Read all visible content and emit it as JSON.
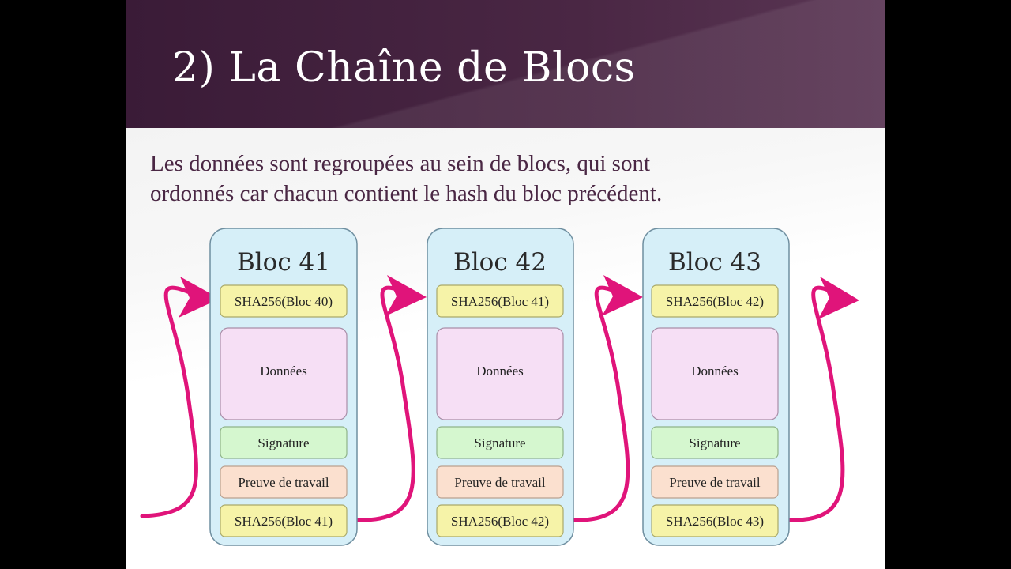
{
  "slide": {
    "title": "2) La Chaîne de Blocs",
    "subtitle_lines": [
      "Les données sont regroupées au sein de blocs, qui sont",
      "ordonnés car chacun contient le hash du bloc précédent."
    ]
  },
  "colors": {
    "header": "#3a1b37",
    "block_fill": "#d6eff8",
    "hash_fill": "#f6f3a8",
    "data_fill": "#f6dff5",
    "signature_fill": "#d5f7cf",
    "proof_fill": "#fbe0cf",
    "arrow": "#e0147a"
  },
  "blocks": [
    {
      "title": "Bloc 41",
      "prev_hash": "SHA256(Bloc 40)",
      "data": "Données",
      "signature": "Signature",
      "proof": "Preuve de travail",
      "hash": "SHA256(Bloc 41)"
    },
    {
      "title": "Bloc 42",
      "prev_hash": "SHA256(Bloc 41)",
      "data": "Données",
      "signature": "Signature",
      "proof": "Preuve de travail",
      "hash": "SHA256(Bloc 42)"
    },
    {
      "title": "Bloc 43",
      "prev_hash": "SHA256(Bloc 42)",
      "data": "Données",
      "signature": "Signature",
      "proof": "Preuve de travail",
      "hash": "SHA256(Bloc 43)"
    }
  ]
}
